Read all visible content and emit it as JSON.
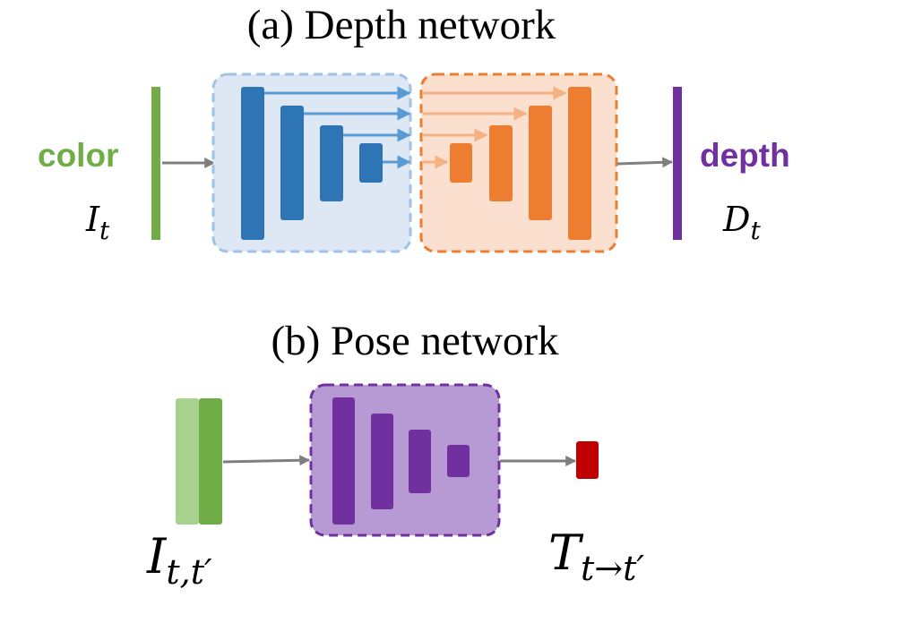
{
  "depth_section": {
    "title": "(a) Depth network",
    "input_label": "color",
    "input_symbol": "I",
    "input_subscript": "t",
    "output_label": "depth",
    "output_symbol": "D",
    "output_subscript": "t"
  },
  "pose_section": {
    "title": "(b) Pose network",
    "input_symbol": "I",
    "input_subscript": "t,t′",
    "output_symbol": "T",
    "output_subscript": "t→t′"
  },
  "colors": {
    "input_green": "#70ad47",
    "input_green_light": "#a9d18e",
    "encoder_blue": "#2e75b6",
    "encoder_box_fill": "#dee8f4",
    "encoder_box_border": "#9dc3e6",
    "skip_arrow_blue": "#5b9bd5",
    "decoder_orange": "#ed7d31",
    "decoder_box_fill": "#fbe0cf",
    "skip_arrow_orange": "#f4b183",
    "depth_purple": "#7030a0",
    "pose_box_fill": "#b79ad4",
    "output_red": "#c00000",
    "flow_arrow_gray": "#7f7f7f"
  }
}
